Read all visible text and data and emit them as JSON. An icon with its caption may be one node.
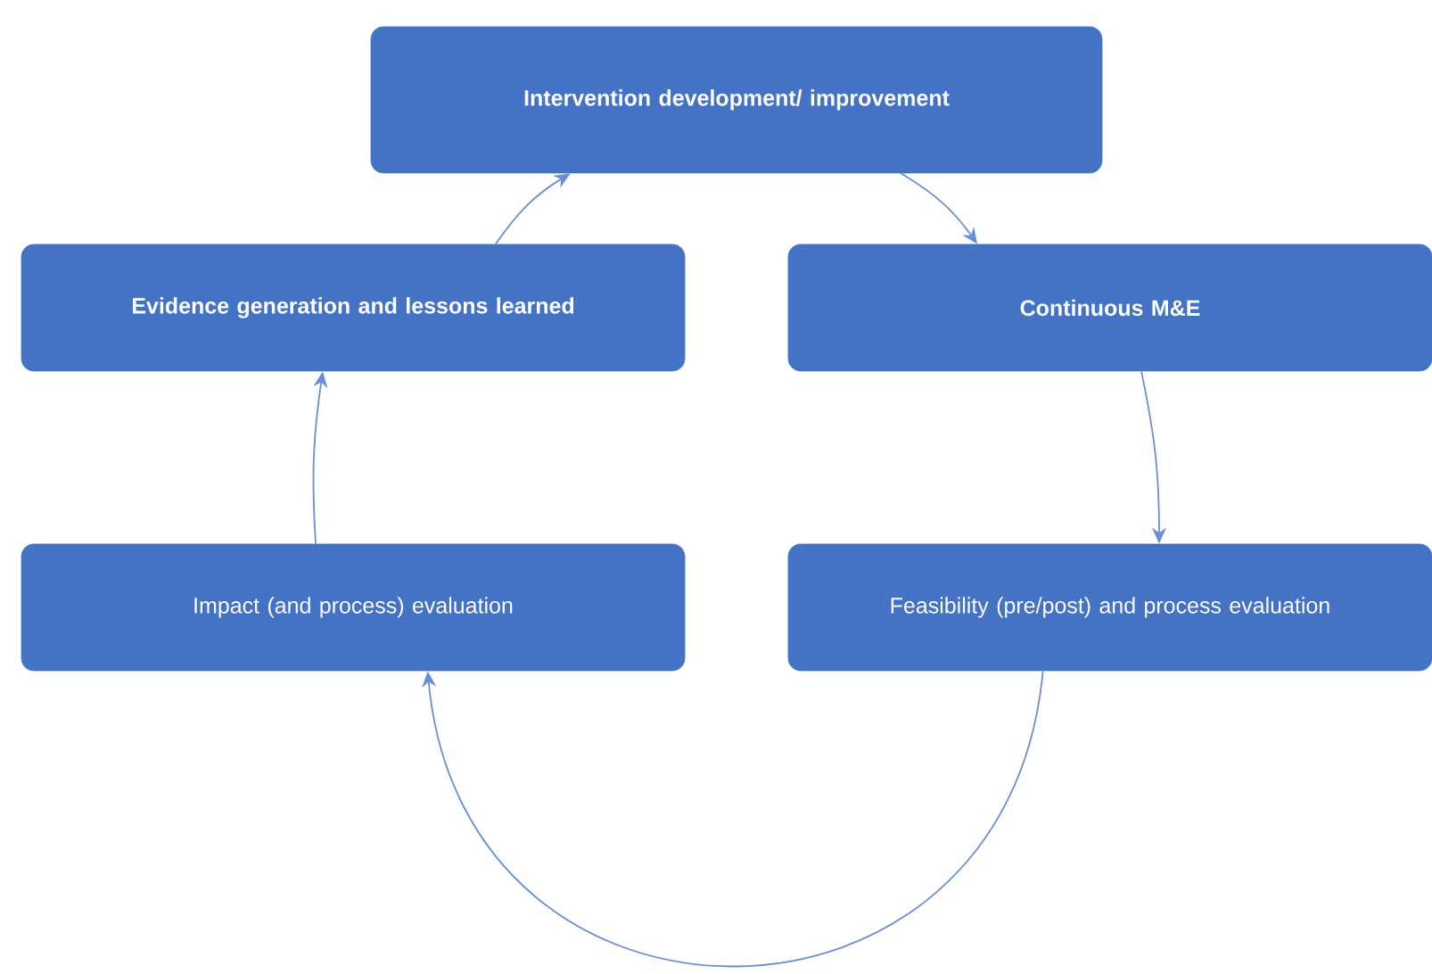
{
  "diagram": {
    "nodes": [
      {
        "text": [
          "Intervention development/ improvement"
        ]
      },
      {
        "text": [
          "Evidence generation and lessons learned"
        ]
      },
      {
        "text": [
          "Continuous M&E"
        ]
      },
      {
        "text": [
          "Impact (and process) evaluation"
        ]
      },
      {
        "text": [
          "Feasibility (pre/post) and process evaluation"
        ]
      }
    ],
    "edges": [
      {
        "from": 1,
        "to": 0,
        "arrow": "to"
      },
      {
        "from": 0,
        "to": 2,
        "arrow": "to"
      },
      {
        "from": 2,
        "to": 4,
        "arrow": "to"
      },
      {
        "from": 4,
        "to": 3,
        "arrow": "to"
      },
      {
        "from": 3,
        "to": 1,
        "arrow": "to"
      }
    ]
  }
}
